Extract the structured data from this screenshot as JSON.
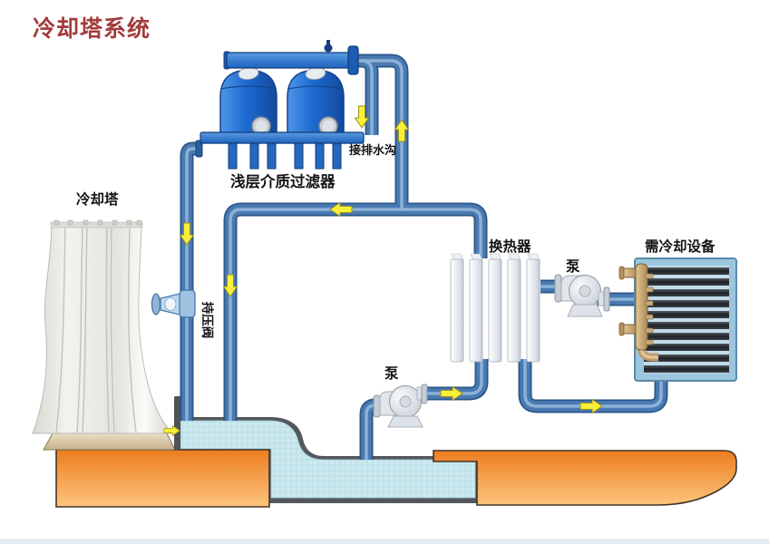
{
  "title": "冷却塔系统",
  "labels": {
    "filter": "浅层介质过滤器",
    "drain": "接排水沟",
    "tower": "冷却塔",
    "valve": "持压阀",
    "heat_exchanger": "换热器",
    "pump_right": "泵",
    "pump_bottom": "泵",
    "cooling_equipment": "需冷却设备"
  },
  "colors": {
    "title_red": "#a33c3c",
    "pipe_blue": "#4a7ab2",
    "pipe_dark": "#2b5688",
    "tank_blue": "#1d6ad0",
    "arrow_yellow": "#f8ef39",
    "ground_orange": "#ec7d1e",
    "water_blue": "#cde9ef",
    "brass_tan": "#c9a97c",
    "plate_gray": "#d9dee6"
  }
}
